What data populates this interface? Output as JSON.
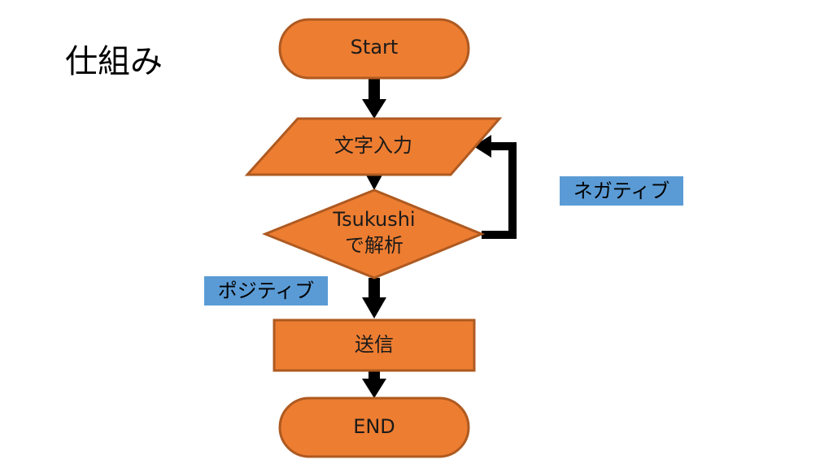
{
  "title": "仕組み",
  "colors": {
    "node_fill": "#ed7d31",
    "node_stroke": "#ae5a21",
    "arrow": "#000000",
    "label_fill": "#5b9bd5"
  },
  "nodes": {
    "start": "Start",
    "input": "文字入力",
    "analyze_line1": "Tsukushi",
    "analyze_line2": "で解析",
    "send": "送信",
    "end": "END"
  },
  "edges": {
    "negative": "ネガティブ",
    "positive": "ポジティブ"
  }
}
